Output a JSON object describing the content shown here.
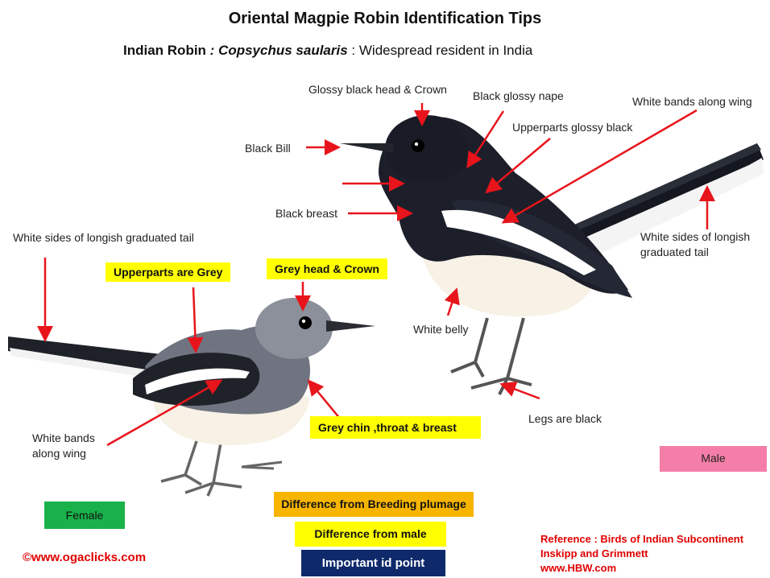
{
  "title": "Oriental Magpie Robin Identification Tips",
  "subtitle": {
    "common": "Indian Robin",
    "scientific": ": Copsychus saularis",
    "note": ": Widespread resident in India"
  },
  "male_labels": {
    "head": "Glossy black head & Crown",
    "nape": "Black glossy nape",
    "wing_bands": "White bands along wing",
    "upperparts": "Upperparts glossy black",
    "bill": "Black  Bill",
    "breast": "Black breast",
    "tail_sides": "White sides of longish graduated tail",
    "belly": "White belly",
    "legs": "Legs are black"
  },
  "female_labels": {
    "tail_sides": "White sides of longish graduated tail",
    "upperparts": "Upperparts are Grey",
    "head": "Grey head & Crown",
    "wing_bands": "White bands along wing",
    "chin": "Grey  chin ,throat & breast"
  },
  "legend": {
    "male": "Male",
    "female": "Female",
    "breeding": "Difference from Breeding plumage",
    "diff_male": "Difference from male",
    "important": "Important  id point"
  },
  "credit": "©www.ogaclicks.com",
  "reference": [
    "Reference : Birds of Indian Subcontinent",
    "Inskipp and Grimmett",
    "www.HBW.com"
  ],
  "colors": {
    "arrow": "#e8141b",
    "highlight_yellow": "#ffff00",
    "legend_orange": "#f7b500",
    "legend_navy": "#0f2a6b",
    "legend_green": "#19b14a",
    "legend_pink": "#f57ea8",
    "reference_red": "#e00000"
  }
}
